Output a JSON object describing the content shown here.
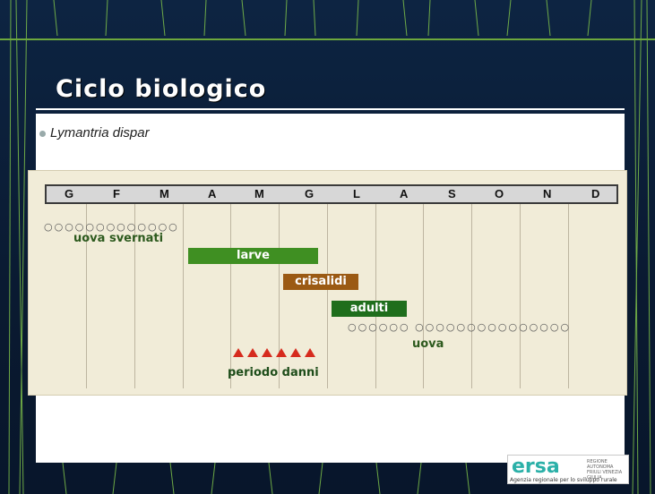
{
  "slide": {
    "title": "Ciclo biologico",
    "subtitle": "Lymantria dispar"
  },
  "chart_data": {
    "type": "table",
    "months": [
      "G",
      "F",
      "M",
      "A",
      "M",
      "G",
      "L",
      "A",
      "S",
      "O",
      "N",
      "D"
    ],
    "bars": [
      {
        "label": "larve",
        "color": "#3f8f22"
      },
      {
        "label": "crisalidi",
        "color": "#9b5a14"
      },
      {
        "label": "adulti",
        "color": "#1f6e1c"
      }
    ],
    "labels": {
      "eggs_winter": "uova svernati",
      "eggs": "uova",
      "damage": "periodo danni"
    },
    "colors": {
      "label_text": "#2d5a1e",
      "damage_text": "#1e4d1a",
      "damage_marker": "#d62b1e"
    }
  },
  "logo": {
    "wordmark": "ersa",
    "region": "REGIONE AUTONOMA FRIULI VENEZIA GIULIA",
    "tagline": "Agenzia regionale per lo sviluppo rurale"
  }
}
